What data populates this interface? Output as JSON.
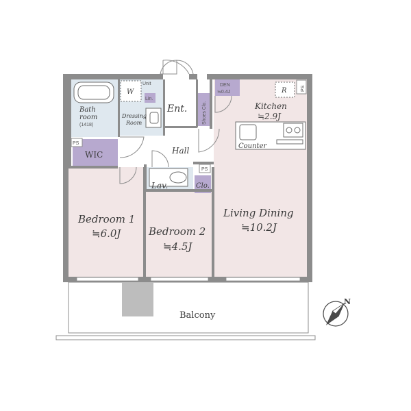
{
  "rooms": {
    "bathroom": {
      "name_line1": "Bath",
      "name_line2": "room",
      "size": "(1418)"
    },
    "washer": "W",
    "unit": "Unit",
    "linen": "Lin.",
    "dressing": {
      "line1": "Dressing",
      "line2": "Room"
    },
    "entrance": "Ent.",
    "shoes": "Shoes Clo.",
    "den": {
      "name": "DEN",
      "area": "≒0.4J"
    },
    "refrigerator": "R",
    "kitchen": {
      "name": "Kitchen",
      "area": "≒2.9J"
    },
    "counter": "Counter",
    "ps": "PS",
    "wic": "WIC",
    "hall": "Hall",
    "lavatory": "Lav.",
    "closet": "Clo.",
    "bedroom1": {
      "name": "Bedroom 1",
      "area": "≒6.0J"
    },
    "bedroom2": {
      "name": "Bedroom 2",
      "area": "≒4.5J"
    },
    "living": {
      "name": "Living Dining",
      "area": "≒10.2J"
    },
    "balcony": "Balcony"
  },
  "compass": {
    "label": "N"
  },
  "colors": {
    "wall": "#8c8c8c",
    "floor_pink": "#f2e6e6",
    "floor_blue": "#dfe8ef",
    "storage": "#b7a9cf",
    "balcony_block": "#bdbdbd"
  }
}
